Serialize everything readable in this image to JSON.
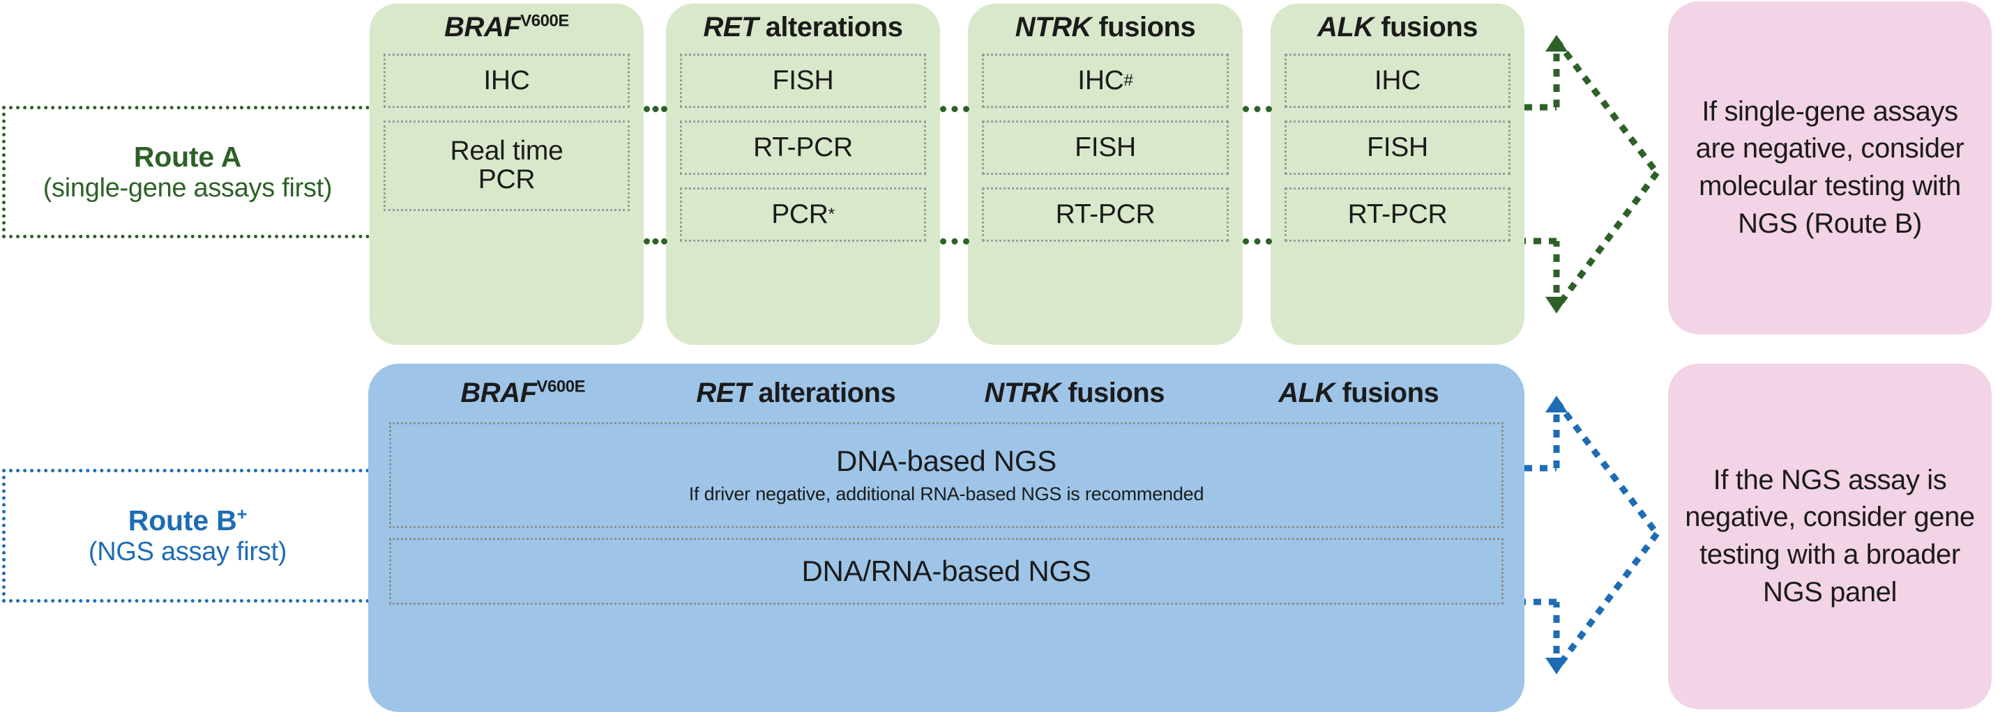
{
  "colors": {
    "green_panel": "#d9e8cb",
    "blue_panel": "#9ec5e8",
    "pink_panel": "#f3d3e6",
    "route_a_text": "#2d6127",
    "route_b_text": "#1d6cb4",
    "assay_border": "#9b9b9b"
  },
  "routes": {
    "a": {
      "title": "Route A",
      "subtitle": "(single-gene assays first)"
    },
    "b": {
      "title": "Route B",
      "title_sup": "+",
      "subtitle": "(NGS assay first)"
    }
  },
  "gene_panels": [
    {
      "gene": "BRAF",
      "gene_sup": "V600E",
      "suffix": "",
      "assays": [
        {
          "label": "IHC",
          "sup": "",
          "size": "h1"
        },
        {
          "label": "Real time\nPCR",
          "sup": "",
          "size": "h2"
        }
      ]
    },
    {
      "gene": "RET",
      "gene_sup": "",
      "suffix": " alterations",
      "assays": [
        {
          "label": "FISH",
          "sup": "",
          "size": "h1"
        },
        {
          "label": "RT-PCR",
          "sup": "",
          "size": "h1"
        },
        {
          "label": "PCR",
          "sup": "*",
          "size": "h1"
        }
      ]
    },
    {
      "gene": "NTRK",
      "gene_sup": "",
      "suffix": " fusions",
      "assays": [
        {
          "label": "IHC",
          "sup": "#",
          "size": "h1"
        },
        {
          "label": "FISH",
          "sup": "",
          "size": "h1"
        },
        {
          "label": "RT-PCR",
          "sup": "",
          "size": "h1"
        }
      ]
    },
    {
      "gene": "ALK",
      "gene_sup": "",
      "suffix": " fusions",
      "assays": [
        {
          "label": "IHC",
          "sup": "",
          "size": "h1"
        },
        {
          "label": "FISH",
          "sup": "",
          "size": "h1"
        },
        {
          "label": "RT-PCR",
          "sup": "",
          "size": "h1"
        }
      ]
    }
  ],
  "ngs_panel": {
    "headers": [
      {
        "gene": "BRAF",
        "gene_sup": "V600E",
        "suffix": ""
      },
      {
        "gene": "RET",
        "gene_sup": "",
        "suffix": " alterations"
      },
      {
        "gene": "NTRK",
        "gene_sup": "",
        "suffix": " fusions"
      },
      {
        "gene": "ALK",
        "gene_sup": "",
        "suffix": " fusions"
      }
    ],
    "boxes": [
      {
        "main": "DNA-based NGS",
        "note": "If driver negative, additional RNA-based NGS is recommended"
      },
      {
        "main": "DNA/RNA-based NGS",
        "note": ""
      }
    ]
  },
  "outcomes": {
    "top": "If single-gene assays are negative, consider molecular testing with NGS (Route B)",
    "bottom": "If the NGS assay is negative, consider gene testing with a broader NGS panel"
  }
}
